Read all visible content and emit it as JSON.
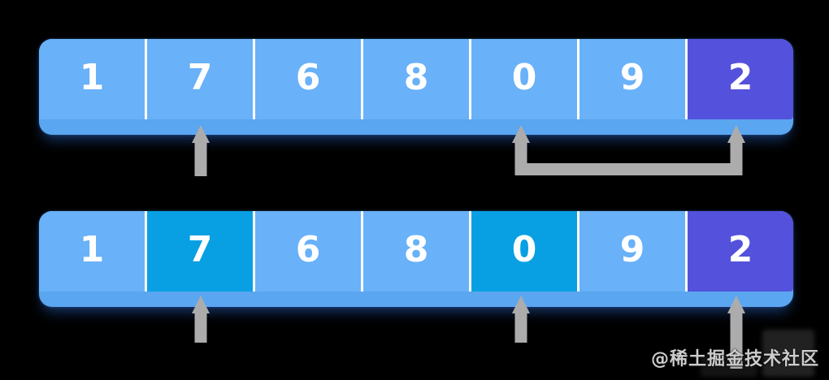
{
  "rows": [
    {
      "name": "array-state-1",
      "cells": [
        {
          "value": "1",
          "state": "default"
        },
        {
          "value": "7",
          "state": "default"
        },
        {
          "value": "6",
          "state": "default"
        },
        {
          "value": "8",
          "state": "default"
        },
        {
          "value": "0",
          "state": "default"
        },
        {
          "value": "9",
          "state": "default"
        },
        {
          "value": "2",
          "state": "pivot"
        }
      ]
    },
    {
      "name": "array-state-2",
      "cells": [
        {
          "value": "1",
          "state": "default"
        },
        {
          "value": "7",
          "state": "active"
        },
        {
          "value": "6",
          "state": "default"
        },
        {
          "value": "8",
          "state": "default"
        },
        {
          "value": "0",
          "state": "active"
        },
        {
          "value": "9",
          "state": "default"
        },
        {
          "value": "2",
          "state": "pivot"
        }
      ]
    }
  ],
  "annotations": {
    "row1": [
      {
        "type": "pointer-arrow",
        "points_to_cell_index": 1
      },
      {
        "type": "swap-bracket",
        "between_cell_indices": [
          4,
          6
        ]
      }
    ],
    "row2": [
      {
        "type": "pointer-arrow",
        "points_to_cell_index": 1
      },
      {
        "type": "pointer-arrow",
        "points_to_cell_index": 4
      },
      {
        "type": "pointer-arrow",
        "points_to_cell_index": 6
      }
    ]
  },
  "colors": {
    "cell_default": "#69b1f8",
    "cell_active": "#08a0e2",
    "cell_pivot": "#5451dc",
    "bar_base": "#5aa6f0",
    "divider": "#ffffff",
    "digit": "#ffffff",
    "arrow": "#acacac",
    "background": "#000000",
    "watermark": "#cccccc"
  },
  "watermark": {
    "text": "@稀土掘金技术社区"
  }
}
